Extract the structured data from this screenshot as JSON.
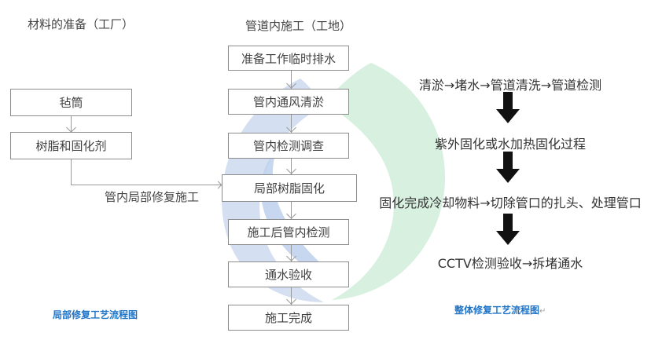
{
  "left_diagram": {
    "heading": "材料的准备（工厂）",
    "boxes": [
      "毡筒",
      "树脂和固化剂"
    ],
    "connector_label": "管内局部修复施工",
    "caption": "局部修复工艺流程图"
  },
  "center_diagram": {
    "heading": "管道内施工（工地）",
    "boxes": [
      "准备工作临时排水",
      "管内通风清淤",
      "管内检测调查",
      "局部树脂固化",
      "施工后管内检测",
      "通水验收",
      "施工完成"
    ]
  },
  "right_diagram": {
    "steps": [
      "清淤→堵水→管道清洗→管道检测",
      "紫外固化或水加热固化过程",
      "固化完成冷却物料→切除管口的扎头、处理管口",
      "CCTV检测验收→拆堵通水"
    ],
    "caption": "整体修复工艺流程图",
    "caption_mark": "↵"
  },
  "colors": {
    "caption_blue": "#1f74c8",
    "watermark_blue": "#c9d8ee",
    "watermark_green": "#cdebd6",
    "box_border": "#8c8c8c",
    "arrow_black": "#111111"
  }
}
